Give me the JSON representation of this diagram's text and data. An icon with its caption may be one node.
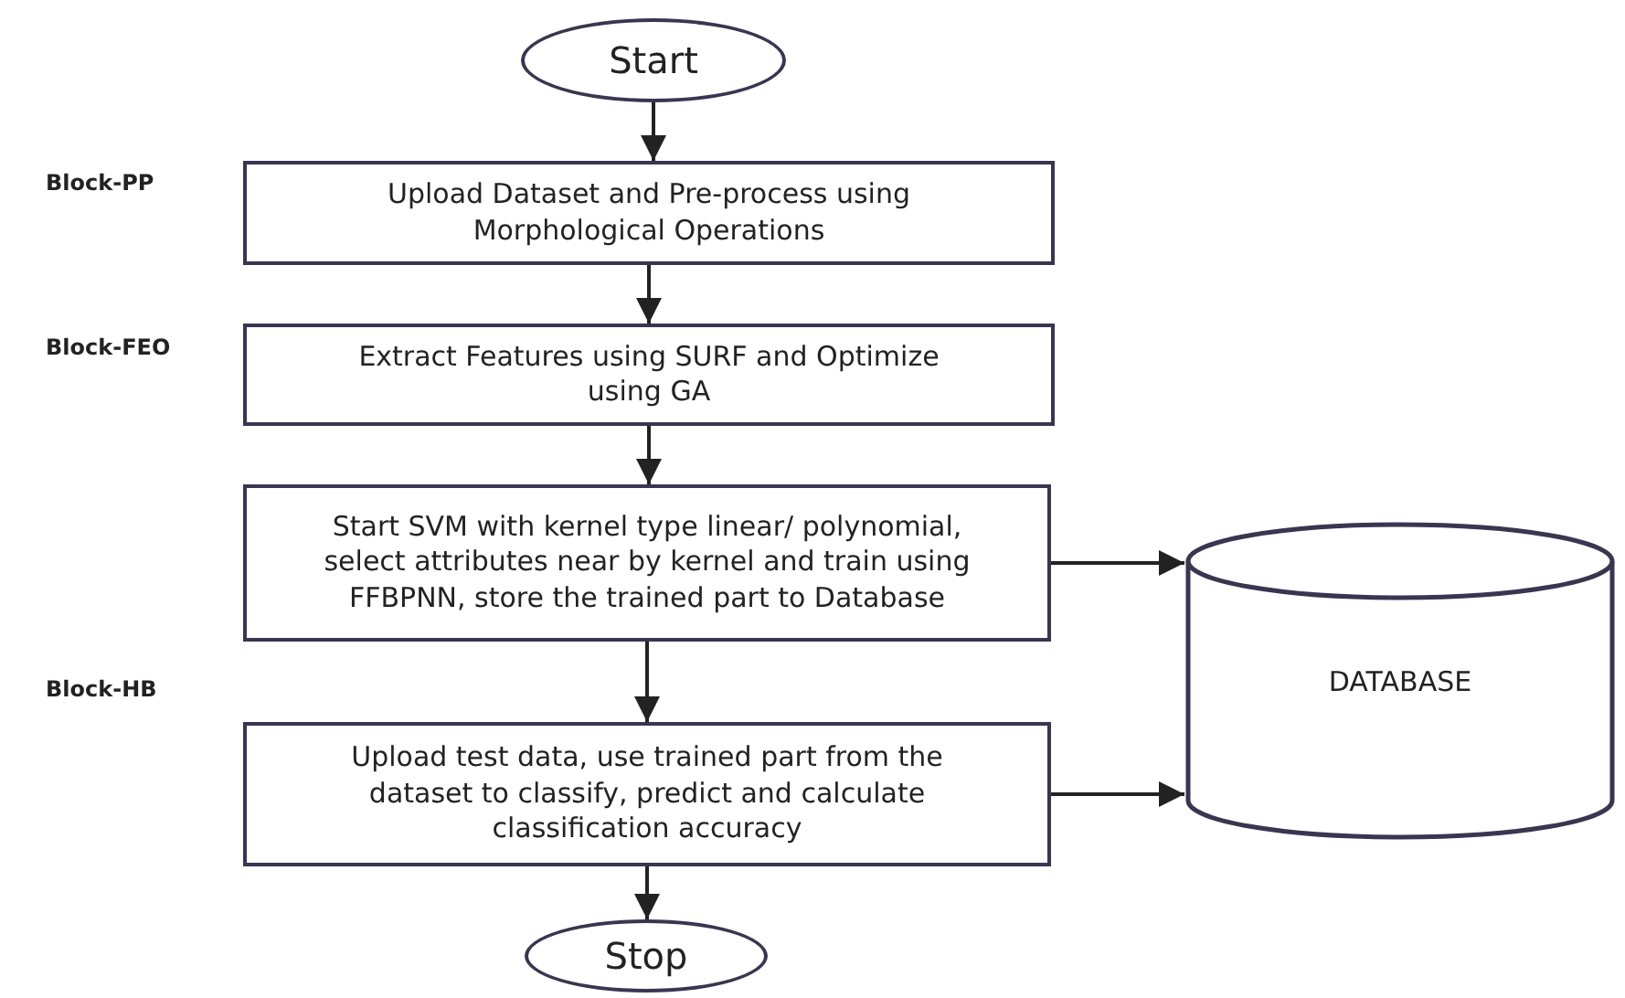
{
  "diagram": {
    "nodes": [
      {
        "text": [
          "Start"
        ]
      },
      {
        "text": [
          "Upload Dataset and Pre-process using Morphological Operations"
        ]
      },
      {
        "text": [
          "Extract Features using SURF and Optimize using GA"
        ]
      },
      {
        "text": [
          "Start SVM with kernel type linear/ polynomial, select attributes near by kernel and train using FFBPNN, store the trained part to Database"
        ]
      },
      {
        "text": [
          "Upload test data, use trained part from the dataset to classify, predict and calculate classification accuracy"
        ]
      },
      {
        "text": [
          "Stop"
        ]
      },
      {
        "text": [
          "DATABASE"
        ]
      }
    ],
    "edges": [
      {
        "from": 0,
        "to": 1,
        "arrow": "to"
      },
      {
        "from": 1,
        "to": 2,
        "arrow": "to"
      },
      {
        "from": 2,
        "to": 3,
        "arrow": "to"
      },
      {
        "from": 3,
        "to": 4,
        "arrow": "to"
      },
      {
        "from": 4,
        "to": 5,
        "arrow": "to"
      },
      {
        "from": 3,
        "to": 6,
        "arrow": "to"
      },
      {
        "from": 4,
        "to": 6,
        "arrow": "to"
      }
    ],
    "labels": [
      "Block-PP",
      "Block-FEO",
      "Block-HB"
    ]
  }
}
